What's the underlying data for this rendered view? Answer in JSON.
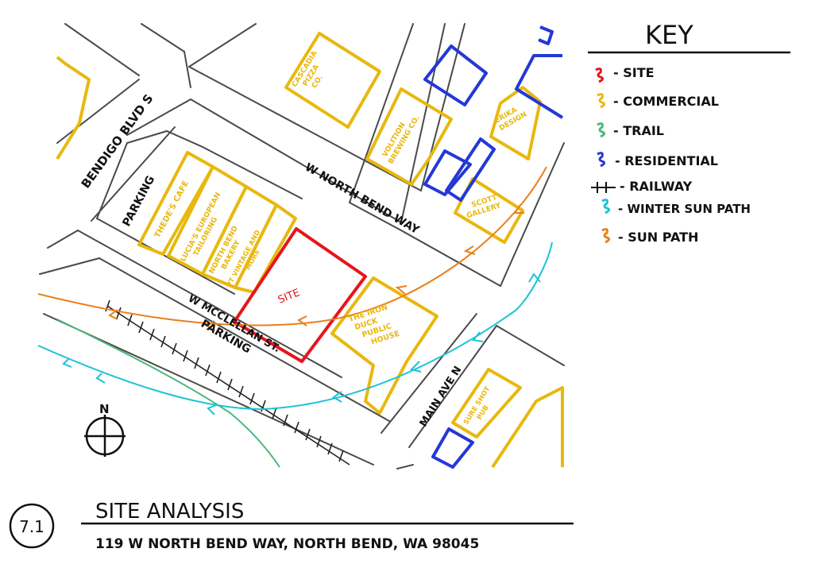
{
  "map": {
    "streets": {
      "bendigo": "BENDIGO BLVD S",
      "north_bend_way": "W NORTH BEND WAY",
      "mcclellan": "W MCCLELLAN ST.",
      "main_ave": "MAIN AVE N",
      "parking_1": "PARKING",
      "parking_2": "PARKING"
    },
    "buildings": {
      "cascadia": [
        "CASCADIA",
        "PIZZA",
        "CO."
      ],
      "volition": [
        "VOLITION",
        "BREWING CO."
      ],
      "erika": [
        "ERIKA",
        "DESIGN"
      ],
      "scott": [
        "SCOTT",
        "GALLERY"
      ],
      "thedes": "THEDE'S CAFE",
      "lucias": [
        "LUCIA'S EUROPEAN",
        "TAILORING"
      ],
      "north_bend_bakery": [
        "NORTH BEND",
        "BAKERY"
      ],
      "pt_vintage": [
        "PT VINTAGE AND",
        "MORE"
      ],
      "site": "SITE",
      "iron_duck": [
        "THE IRON",
        "DUCK",
        "PUBLIC",
        "HOUSE"
      ],
      "sure_shot": [
        "SURE SHOT",
        "PUB"
      ]
    },
    "north_label": "N"
  },
  "legend": {
    "title": "KEY",
    "items": [
      {
        "label": "- SITE",
        "color": "#e8141b"
      },
      {
        "label": "- COMMERCIAL",
        "color": "#e8b80e"
      },
      {
        "label": "- TRAIL",
        "color": "#4cb87a"
      },
      {
        "label": "- RESIDENTIAL",
        "color": "#2438d6"
      },
      {
        "label": "- RAILWAY",
        "color": "#000000"
      },
      {
        "label": "- WINTER SUN PATH",
        "color": "#1cc3d6"
      },
      {
        "label": "- SUN PATH",
        "color": "#e8801a"
      }
    ]
  },
  "title_block": {
    "number": "7.1",
    "title": "SITE ANALYSIS",
    "address": "119 W NORTH BEND WAY, NORTH BEND, WA 98045"
  },
  "colors": {
    "site": "#e8141b",
    "commercial": "#e8b80e",
    "trail": "#4cb87a",
    "residential": "#2438d6",
    "railway": "#000000",
    "winter_sun": "#1cc3d6",
    "sun": "#e8801a"
  }
}
